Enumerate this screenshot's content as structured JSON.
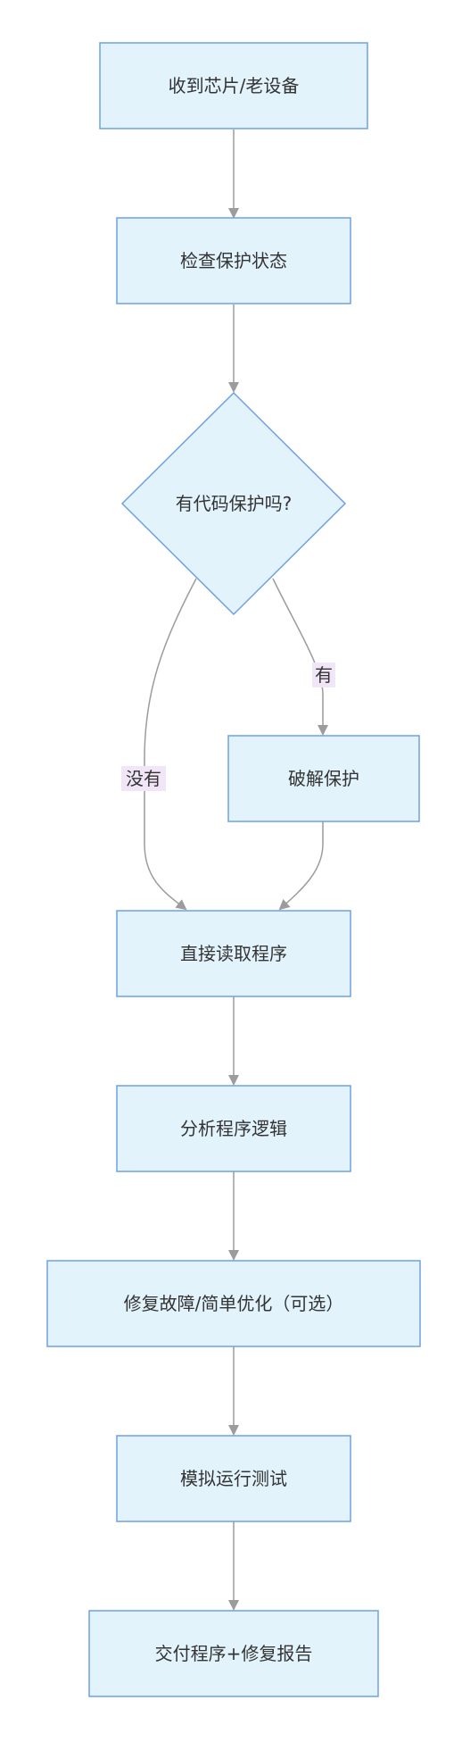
{
  "nodes": [
    {
      "id": "receive",
      "label": "收到芯片/老设备"
    },
    {
      "id": "check",
      "label": "检查保护状态"
    },
    {
      "id": "decision",
      "label": "有代码保护吗?"
    },
    {
      "id": "crack",
      "label": "破解保护"
    },
    {
      "id": "read",
      "label": "直接读取程序"
    },
    {
      "id": "analyze",
      "label": "分析程序逻辑"
    },
    {
      "id": "repair",
      "label": "修复故障/简单优化（可选）"
    },
    {
      "id": "simulate",
      "label": "模拟运行测试"
    },
    {
      "id": "deliver",
      "label": "交付程序+修复报告"
    }
  ],
  "edges": [
    {
      "from": "receive",
      "to": "check",
      "label": ""
    },
    {
      "from": "check",
      "to": "decision",
      "label": ""
    },
    {
      "from": "decision",
      "to": "crack",
      "label": "有"
    },
    {
      "from": "decision",
      "to": "read",
      "label": "没有"
    },
    {
      "from": "crack",
      "to": "read",
      "label": ""
    },
    {
      "from": "read",
      "to": "analyze",
      "label": ""
    },
    {
      "from": "analyze",
      "to": "repair",
      "label": ""
    },
    {
      "from": "repair",
      "to": "simulate",
      "label": ""
    },
    {
      "from": "simulate",
      "to": "deliver",
      "label": ""
    }
  ],
  "colors": {
    "node_fill": "#e3f3fc",
    "node_stroke": "#6fa0e6",
    "edge": "#9c9c9c",
    "edge_label_bg": "#f1e6f8",
    "text": "#333333"
  }
}
